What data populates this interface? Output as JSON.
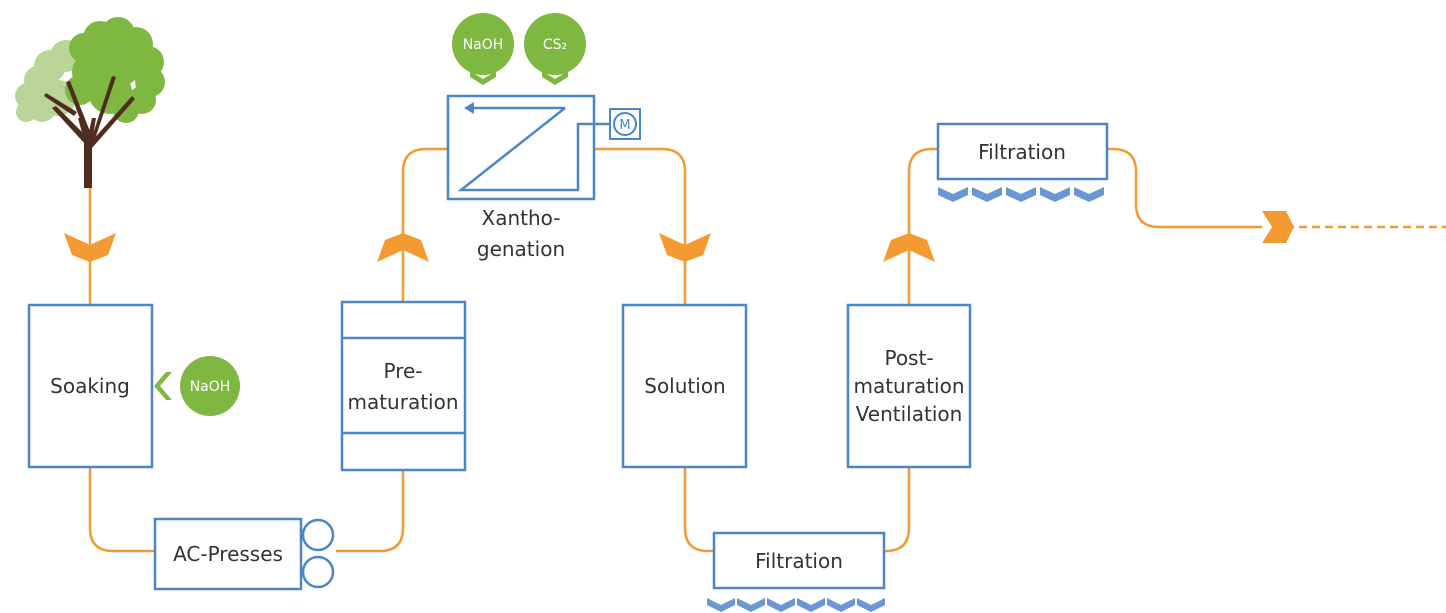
{
  "colors": {
    "pipe": "#f39a32",
    "box_border": "#4a86c8",
    "chemical": "#7fb841",
    "filter_marks": "#6a96d4",
    "arrow": "#f39a32"
  },
  "icons": {
    "tree": "tree-icon",
    "motor": "motor-icon",
    "roller": "roller-icon"
  },
  "steps": {
    "soaking": "Soaking",
    "ac_presses": "AC-Presses",
    "prematuration_line1": "Pre-",
    "prematuration_line2": "maturation",
    "xanthogenation_line1": "Xantho-",
    "xanthogenation_line2": "genation",
    "solution": "Solution",
    "filtration_1": "Filtration",
    "postmaturation_line1": "Post-",
    "postmaturation_line2": "maturation",
    "postmaturation_line3": "Ventilation",
    "filtration_2": "Filtration"
  },
  "motor_label": "M",
  "chemicals": {
    "soaking_naoh": "NaOH",
    "xanth_naoh": "NaOH",
    "xanth_cs2": "CS₂"
  }
}
